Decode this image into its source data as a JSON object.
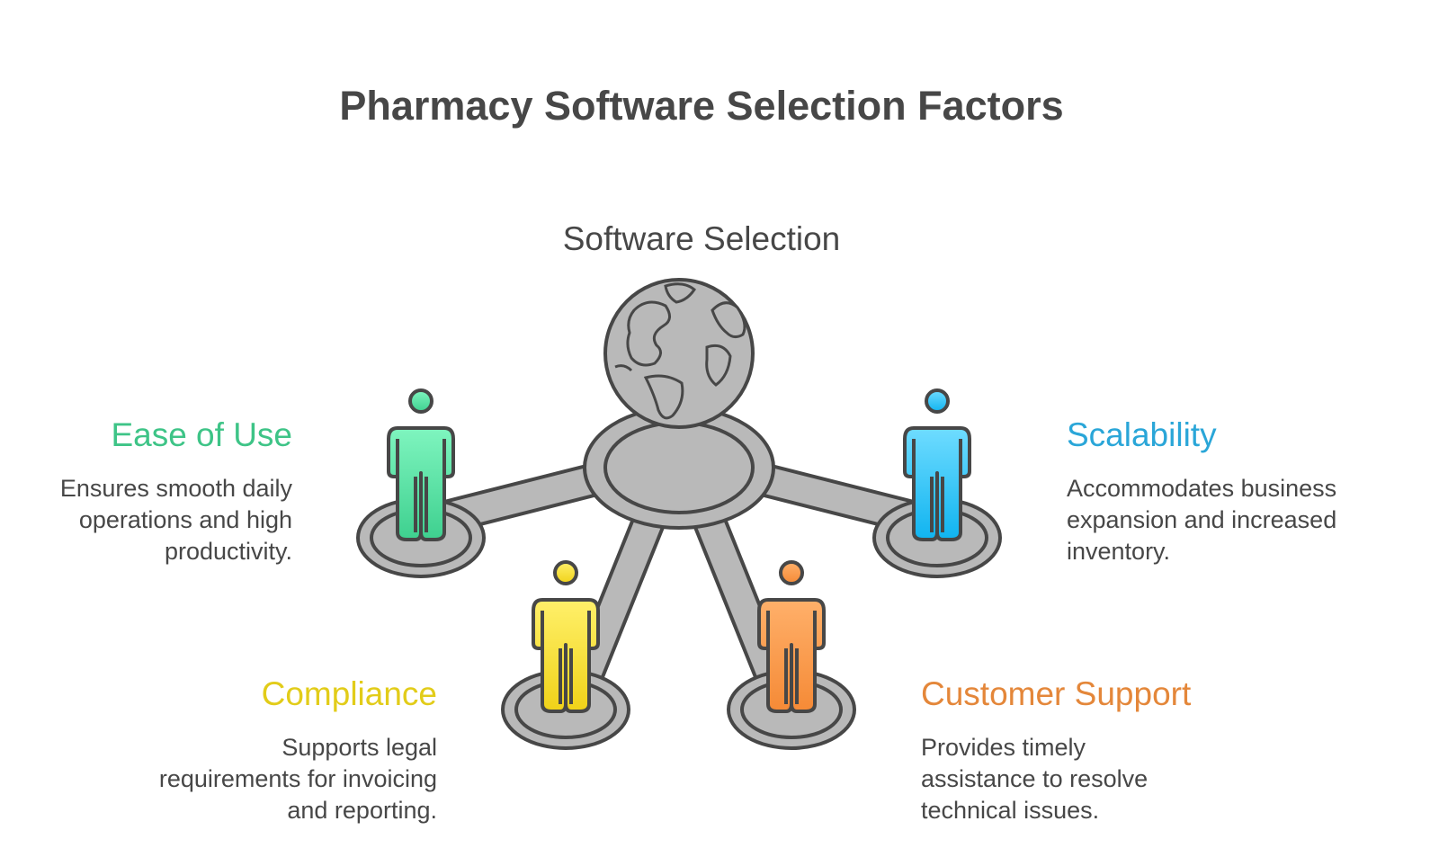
{
  "title": "Pharmacy Software Selection Factors",
  "center": {
    "label": "Software Selection",
    "icon": "globe-icon"
  },
  "colors": {
    "outline": "#474747",
    "platform": "#b9b9b9",
    "ease": "#3ec487",
    "compliance": "#e2cc19",
    "support": "#e4873a",
    "scalability": "#2aa6d8"
  },
  "factors": {
    "ease": {
      "title": "Ease of Use",
      "desc": [
        "Ensures smooth daily",
        "operations and high",
        "productivity."
      ],
      "icon": "person-icon"
    },
    "scalability": {
      "title": "Scalability",
      "desc": [
        "Accommodates business",
        "expansion and increased",
        "inventory."
      ],
      "icon": "person-icon"
    },
    "compliance": {
      "title": "Compliance",
      "desc": [
        "Supports legal",
        "requirements for invoicing",
        "and reporting."
      ],
      "icon": "person-icon"
    },
    "support": {
      "title": "Customer Support",
      "desc": [
        "Provides timely",
        "assistance to resolve",
        "technical issues."
      ],
      "icon": "person-icon"
    }
  }
}
